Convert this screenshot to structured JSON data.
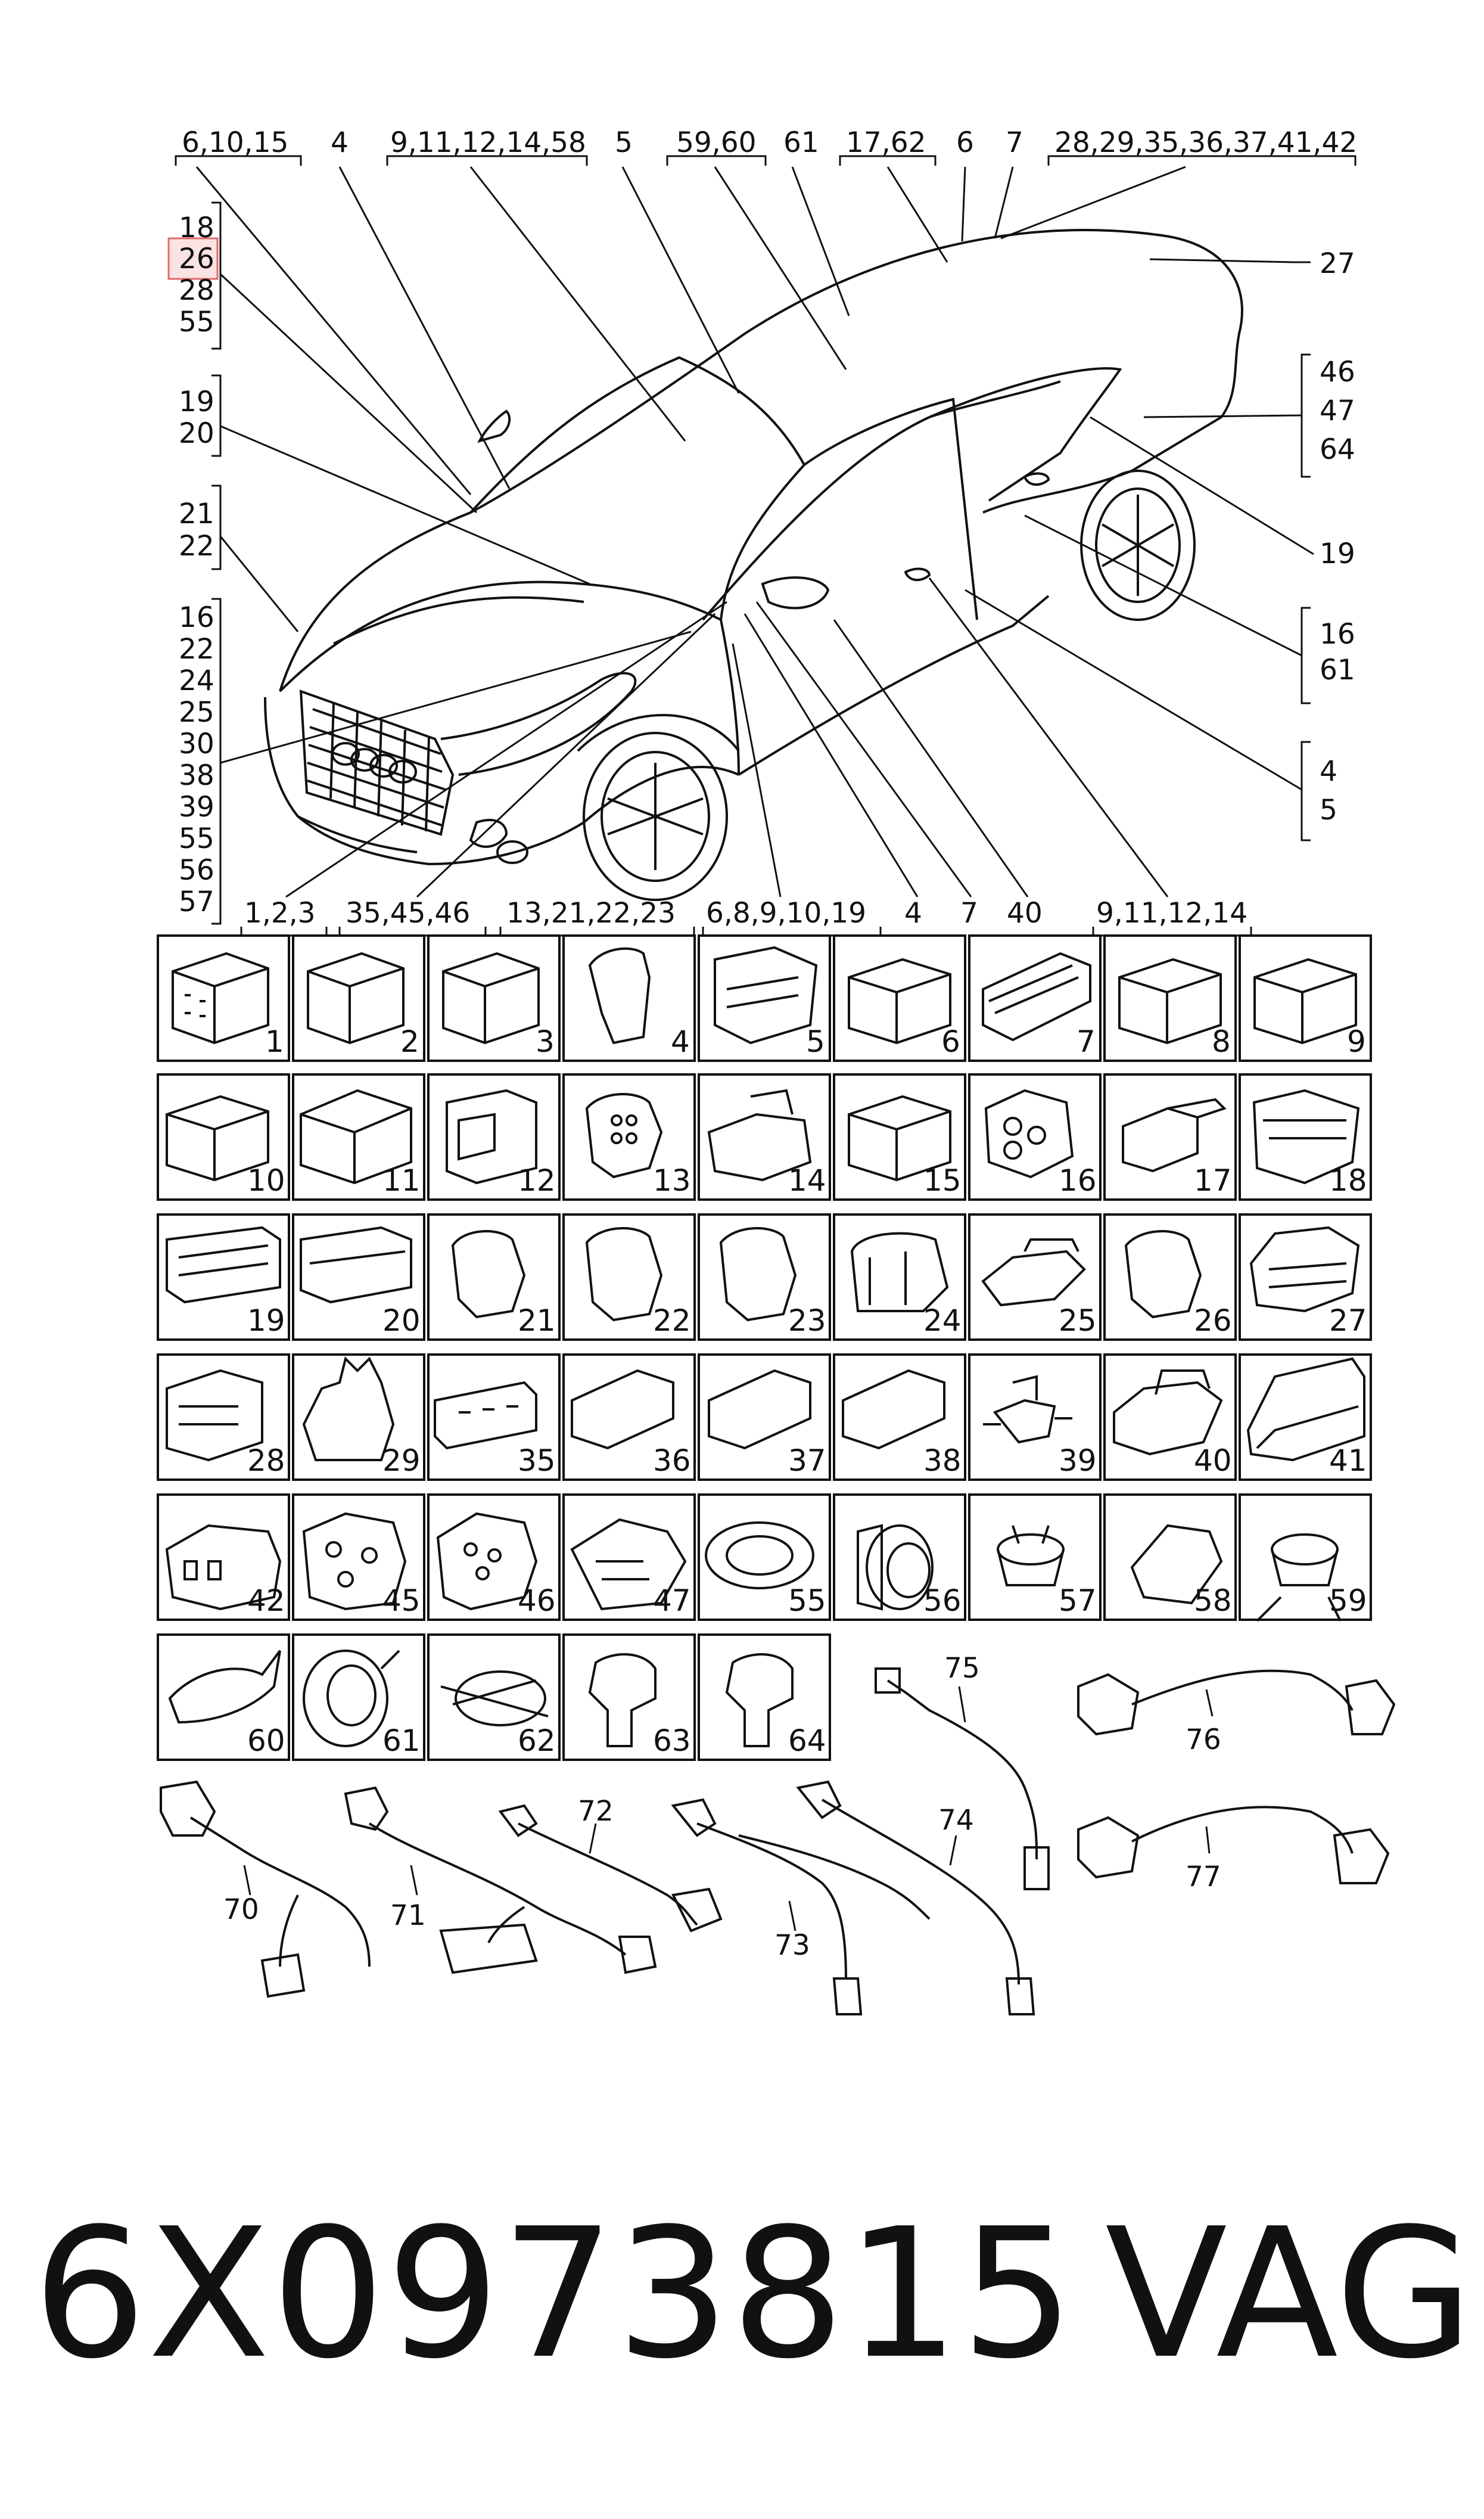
{
  "callouts_top": [
    "6,10,15",
    "4",
    "9,11,12,14,58",
    "5",
    "59,60",
    "61",
    "17,62",
    "6",
    "7",
    "28,29,35,36,37,41,42"
  ],
  "callouts_right": [
    [
      "27"
    ],
    [
      "46",
      "47",
      "64"
    ],
    [
      "19"
    ],
    [
      "16",
      "61"
    ],
    [
      "4",
      "5"
    ]
  ],
  "callouts_left": [
    [
      "18",
      "26",
      "28",
      "55"
    ],
    [
      "19",
      "20"
    ],
    [
      "21",
      "22"
    ],
    [
      "16",
      "22",
      "24",
      "25",
      "30",
      "38",
      "39",
      "55",
      "56",
      "57"
    ]
  ],
  "callouts_bottom": [
    "1,2,3",
    "35,45,46",
    "13,21,22,23",
    "6,8,9,10,19",
    "4",
    "7",
    "40",
    "9,11,12,14"
  ],
  "highlighted_label": "26",
  "grid_rows": [
    [
      "1",
      "2",
      "3",
      "4",
      "5",
      "6",
      "7",
      "8",
      "9"
    ],
    [
      "10",
      "11",
      "12",
      "13",
      "14",
      "15",
      "16",
      "17",
      "18"
    ],
    [
      "19",
      "20",
      "21",
      "22",
      "23",
      "24",
      "25",
      "26",
      "27"
    ],
    [
      "28",
      "29",
      "35",
      "36",
      "37",
      "38",
      "39",
      "40",
      "41"
    ],
    [
      "42",
      "45",
      "46",
      "47",
      "55",
      "56",
      "57",
      "58",
      "59"
    ],
    [
      "60",
      "61",
      "62",
      "63",
      "64"
    ]
  ],
  "cable_labels": [
    "75",
    "76",
    "77",
    "70",
    "71",
    "72",
    "73",
    "74"
  ],
  "part_number": "6X0973815",
  "brand": "VAG"
}
